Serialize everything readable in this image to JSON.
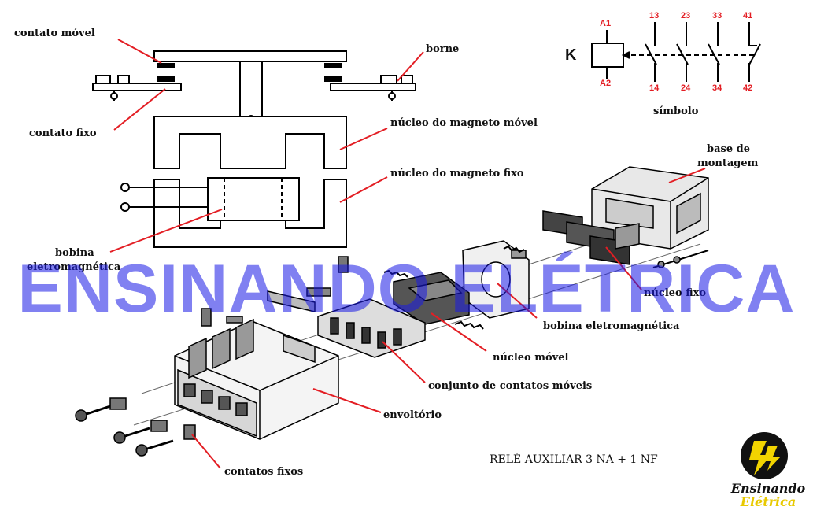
{
  "labels": {
    "contato_movel": "contato móvel",
    "borne": "borne",
    "contato_fixo": "contato fixo",
    "nucleo_magneto_movel": "núcleo do magneto móvel",
    "nucleo_magneto_fixo": "núcleo do magneto fixo",
    "bobina_line1": "bobina",
    "bobina_line2": "eletromagnética",
    "base_line1": "base de",
    "base_line2": "montagem",
    "nucleo_fixo": "núcleo fixo",
    "bobina_eletromagnetica": "bobina eletromagnética",
    "nucleo_movel": "núcleo móvel",
    "conjunto_contatos": "conjunto de contatos móveis",
    "envoltorio": "envoltório",
    "contatos_fixos": "contatos fixos",
    "title": "RELÉ AUXILIAR 3 NA + 1 NF"
  },
  "symbol": {
    "coil_letter": "K",
    "a1": "A1",
    "a2": "A2",
    "top_terminals": [
      "13",
      "23",
      "33",
      "41"
    ],
    "bottom_terminals": [
      "14",
      "24",
      "34",
      "42"
    ],
    "caption": "símbolo"
  },
  "watermark": "ENSINANDO ELÉTRICA",
  "logo": {
    "line1": "Ensinando",
    "line2": "Elétrica"
  },
  "colors": {
    "accent_red": "#e31e24",
    "watermark_blue": "#1a1ae6",
    "logo_yellow": "#e8c900"
  }
}
